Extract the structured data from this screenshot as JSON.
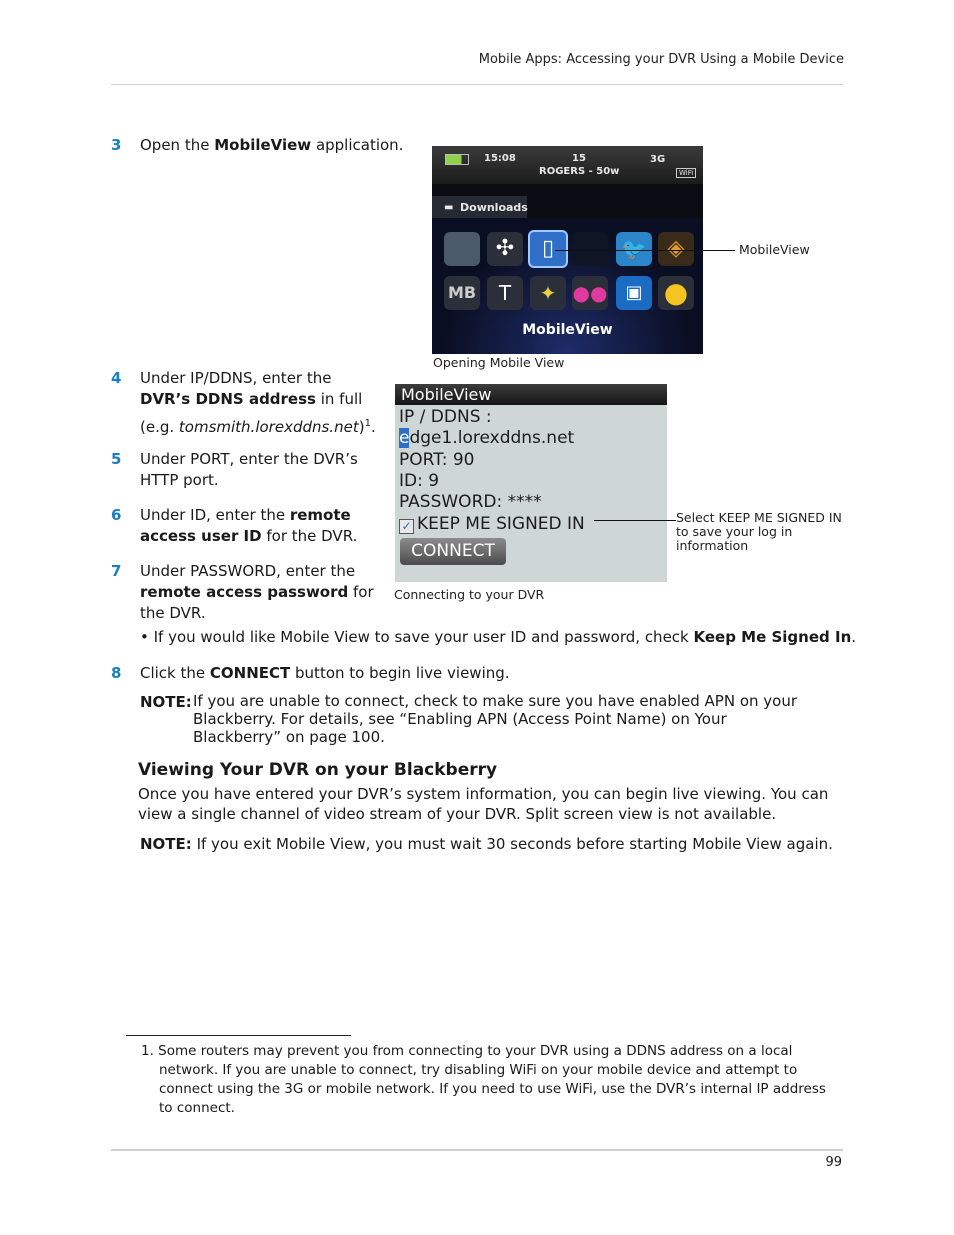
{
  "header": {
    "title": "Mobile Apps: Accessing your DVR Using a Mobile Device"
  },
  "step3": {
    "num": "3",
    "pre": "Open the ",
    "bold": "MobileView",
    "post": " application."
  },
  "fig1": {
    "time": "15:08",
    "count": "15",
    "carrier": "ROGERS - 50w",
    "network": "3G",
    "wifi": "WiFi",
    "folder": "Downloads",
    "app_label": "MobileView",
    "callout": "MobileView",
    "caption": "Opening Mobile View"
  },
  "step4": {
    "num": "4",
    "pre": "Under IP/DDNS, enter the ",
    "bold": "DVR’s DDNS address",
    "post": " in full",
    "eg_pre": "(e.g. ",
    "eg_ital": "tomsmith.lorexddns.net",
    "eg_post": ")",
    "sup": "1",
    "end": "."
  },
  "step5": {
    "num": "5",
    "line1": "Under PORT, enter the DVR’s",
    "line2": "HTTP port."
  },
  "step6": {
    "num": "6",
    "pre": "Under ID, enter the ",
    "bold1": "remote",
    "bold2": "access user ID",
    "post": " for the DVR."
  },
  "step7": {
    "num": "7",
    "line1": "Under PASSWORD, enter the",
    "bold": "remote access password",
    "post": " for",
    "line3": "the DVR."
  },
  "fig2": {
    "title": "MobileView",
    "ip_label": "IP / DDNS :",
    "ip_first": "e",
    "ip_rest": "dge1.lorexddns.net",
    "port": "PORT: 90",
    "id": "ID: 9",
    "password": "PASSWORD: ****",
    "keep": "KEEP ME SIGNED IN",
    "connect": "CONNECT",
    "callout_l1": "Select KEEP ME SIGNED IN",
    "callout_l2": "to save your log in",
    "callout_l3": "information",
    "caption": "Connecting to your DVR"
  },
  "bullet": {
    "pre": "• If you would like Mobile View to save your user ID and password, check ",
    "bold": "Keep Me Signed In",
    "post": "."
  },
  "step8": {
    "num": "8",
    "pre": "Click the ",
    "bold": "CONNECT",
    "post": " button to begin live viewing."
  },
  "note1": {
    "label": "NOTE:",
    "l1": "If you are unable to connect, check to make sure you have enabled APN on your",
    "l2": "Blackberry. For details, see “Enabling APN (Access Point Name) on Your",
    "l3": "Blackberry” on page 100."
  },
  "section": {
    "heading": "Viewing Your DVR on your Blackberry",
    "p1": "Once you have entered your DVR’s system information, you can begin live viewing. You can",
    "p2": "view a single channel of video stream of your DVR. Split screen view is not available."
  },
  "note2": {
    "label": "NOTE:",
    "text": "If you exit Mobile View, you must wait 30 seconds before starting Mobile View again."
  },
  "footnote": {
    "l1": "1. Some routers may prevent you from connecting to your DVR using a DDNS address on a local",
    "l2": "network. If you are unable to connect, try disabling WiFi on your mobile device and attempt to",
    "l3": "connect using the 3G or mobile network. If you need to use WiFi, use the DVR’s internal IP address",
    "l4": "to connect."
  },
  "page_number": "99"
}
